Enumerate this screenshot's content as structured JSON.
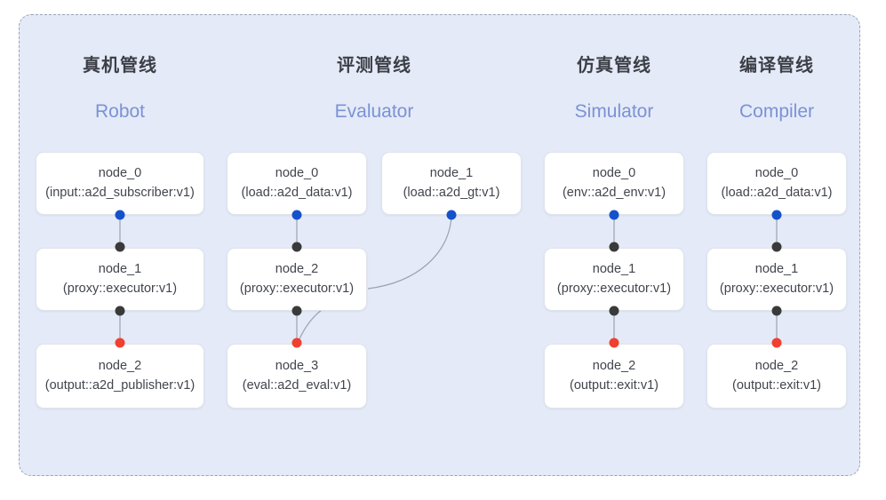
{
  "diagram": {
    "background_color": "#e4eaf8",
    "frame_border_color": "#9aa3b5",
    "port_colors": {
      "input": "#1452cc",
      "mid": "#3a3a3a",
      "output": "#f0402f"
    },
    "accent_color": "#7b92d4",
    "columns": [
      {
        "cn_title": "真机管线",
        "en_title": "Robot",
        "nodes": [
          {
            "id": "node_0",
            "signature": "(input::a2d_subscriber:v1)"
          },
          {
            "id": "node_1",
            "signature": "(proxy::executor:v1)"
          },
          {
            "id": "node_2",
            "signature": "(output::a2d_publisher:v1)"
          }
        ]
      },
      {
        "cn_title": "评测管线",
        "en_title": "Evaluator",
        "nodes": [
          {
            "id": "node_0",
            "signature": "(load::a2d_data:v1)"
          },
          {
            "id": "node_1",
            "signature": "(load::a2d_gt:v1)"
          },
          {
            "id": "node_2",
            "signature": "(proxy::executor:v1)"
          },
          {
            "id": "node_3",
            "signature": "(eval::a2d_eval:v1)"
          }
        ]
      },
      {
        "cn_title": "仿真管线",
        "en_title": "Simulator",
        "nodes": [
          {
            "id": "node_0",
            "signature": "(env::a2d_env:v1)"
          },
          {
            "id": "node_1",
            "signature": "(proxy::executor:v1)"
          },
          {
            "id": "node_2",
            "signature": "(output::exit:v1)"
          }
        ]
      },
      {
        "cn_title": "编译管线",
        "en_title": "Compiler",
        "nodes": [
          {
            "id": "node_0",
            "signature": "(load::a2d_data:v1)"
          },
          {
            "id": "node_1",
            "signature": "(proxy::executor:v1)"
          },
          {
            "id": "node_2",
            "signature": "(output::exit:v1)"
          }
        ]
      }
    ]
  }
}
